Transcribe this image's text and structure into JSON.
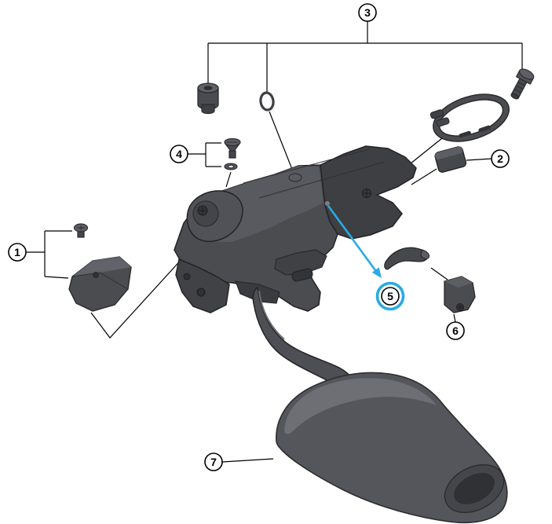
{
  "figure": {
    "type": "exploded-parts-diagram",
    "callouts": [
      {
        "id": "1"
      },
      {
        "id": "2"
      },
      {
        "id": "3"
      },
      {
        "id": "4"
      },
      {
        "id": "5"
      },
      {
        "id": "6"
      },
      {
        "id": "7"
      }
    ],
    "highlighted_callout": "5",
    "colors": {
      "background": "#ffffff",
      "line": "#000000",
      "highlight": "#29abe2",
      "part_dark": "#36373b",
      "part_mid": "#4b4c50",
      "part_light": "#6a6b71"
    }
  }
}
